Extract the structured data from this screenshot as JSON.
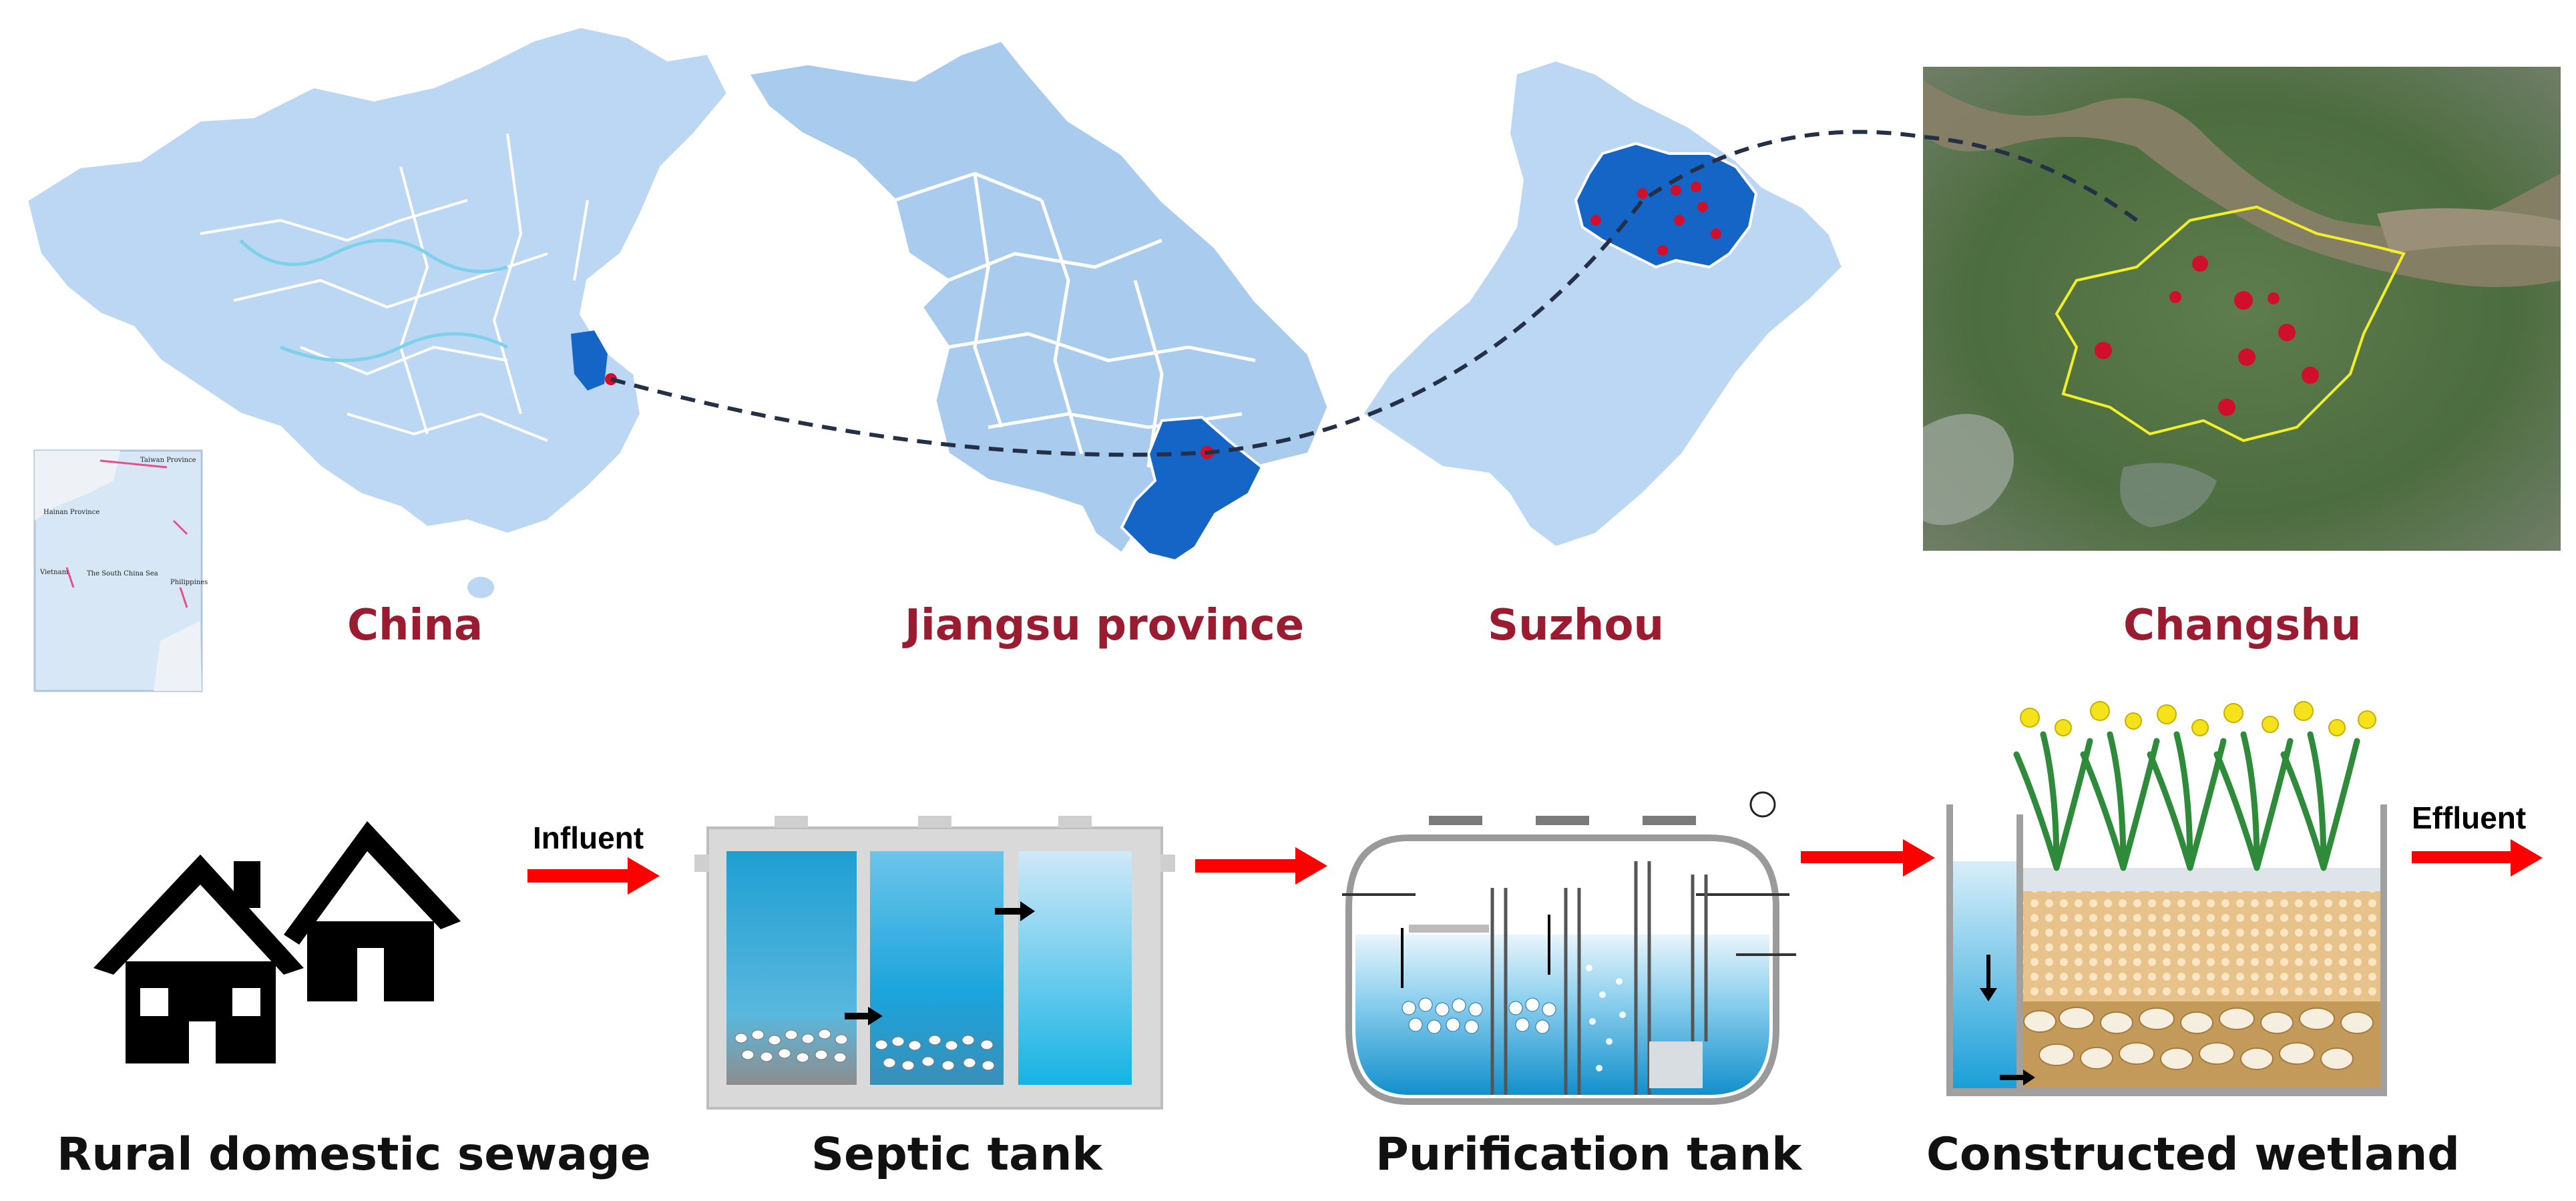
{
  "colors": {
    "map_light": "#bcd7f3",
    "map_highlight": "#1565c7",
    "marker": "#d0102a",
    "location_label": "#9b1b30",
    "arrow": "#ff0000",
    "water": "#1aa0d6",
    "gravel": "#e6c48f"
  },
  "locations": {
    "china": "China",
    "jiangsu": "Jiangsu province",
    "suzhou": "Suzhou",
    "changshu": "Changshu"
  },
  "inset_map": {
    "labels": [
      "Taiwan Province",
      "Hainan Province",
      "Vietnam",
      "The South China Sea",
      "Philippines"
    ]
  },
  "process": {
    "steps": [
      "Rural domestic sewage",
      "Septic tank",
      "Purification tank",
      "Constructed wetland"
    ],
    "influent_label": "Influent",
    "effluent_label": "Effluent"
  }
}
